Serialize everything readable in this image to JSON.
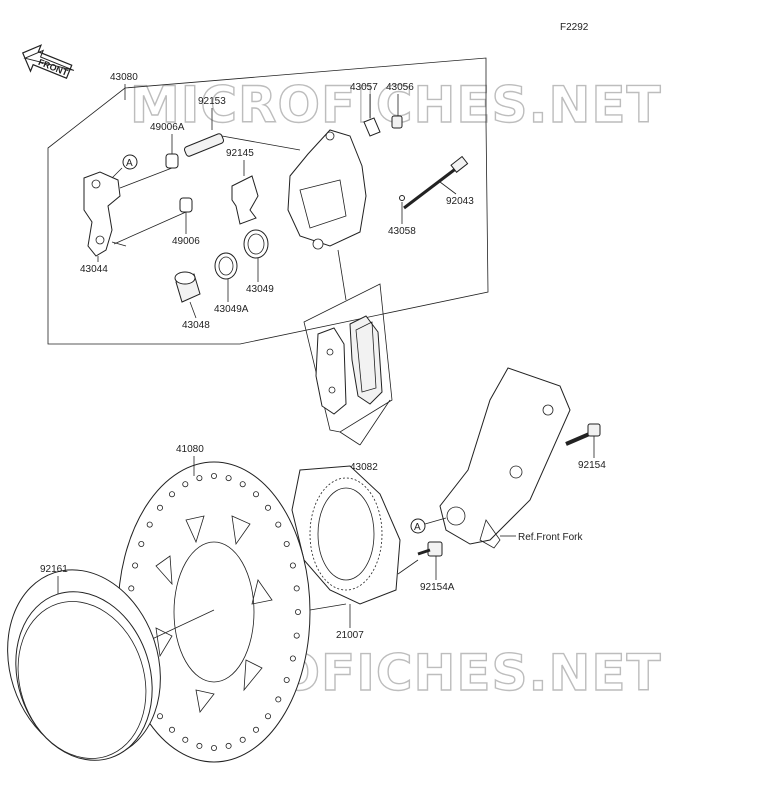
{
  "figure_code": "F2292",
  "front_label": "FRONT",
  "watermark": "MICROFICHES.NET",
  "ref_label": "Ref.Front Fork",
  "callout_a": "A",
  "parts": {
    "p43080": "43080",
    "p92153": "92153",
    "p49006A": "49006A",
    "p43057": "43057",
    "p43056": "43056",
    "p92145": "92145",
    "p92043": "92043",
    "p43058": "43058",
    "p49006": "49006",
    "p43044": "43044",
    "p43049": "43049",
    "p43049A": "43049A",
    "p43048": "43048",
    "p43082": "43082",
    "p41080": "41080",
    "p92154": "92154",
    "p92154A": "92154A",
    "p92161": "92161",
    "p21007": "21007"
  }
}
